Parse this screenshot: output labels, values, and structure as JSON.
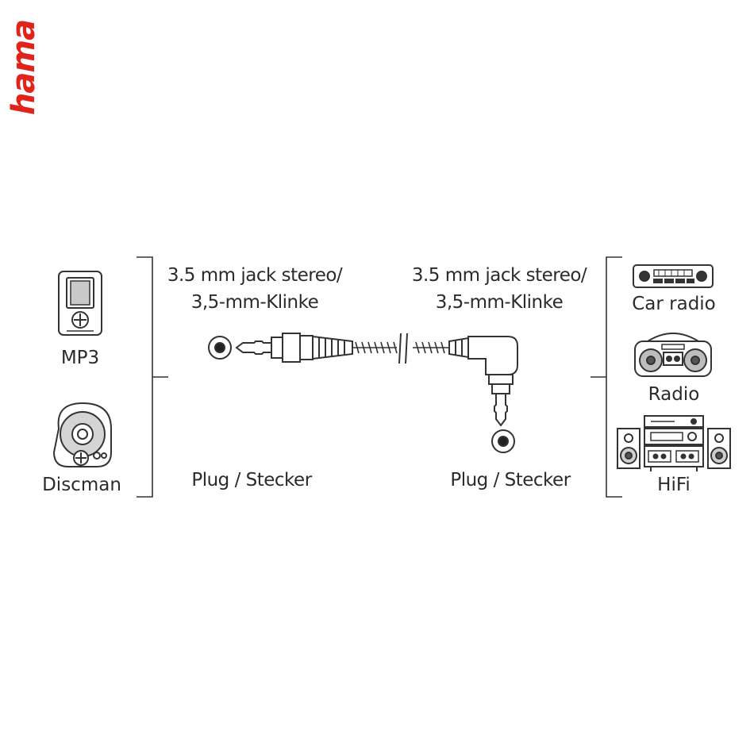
{
  "brand": {
    "name": "hama",
    "color": "#e2231a"
  },
  "left_devices": [
    {
      "label": "MP3",
      "icon": "mp3-player-icon"
    },
    {
      "label": "Discman",
      "icon": "discman-icon"
    }
  ],
  "connectors": [
    {
      "title_line1": "3.5 mm jack stereo/",
      "title_line2": "3,5-mm-Klinke",
      "plug_label": "Plug / Stecker",
      "style": "straight"
    },
    {
      "title_line1": "3.5 mm jack stereo/",
      "title_line2": "3,5-mm-Klinke",
      "plug_label": "Plug / Stecker",
      "style": "angled"
    }
  ],
  "right_devices": [
    {
      "label": "Car radio",
      "icon": "car-radio-icon"
    },
    {
      "label": "Radio",
      "icon": "boombox-icon"
    },
    {
      "label": "HiFi",
      "icon": "hifi-system-icon"
    }
  ],
  "colors": {
    "line": "#333333",
    "text": "#2b2b2b"
  }
}
